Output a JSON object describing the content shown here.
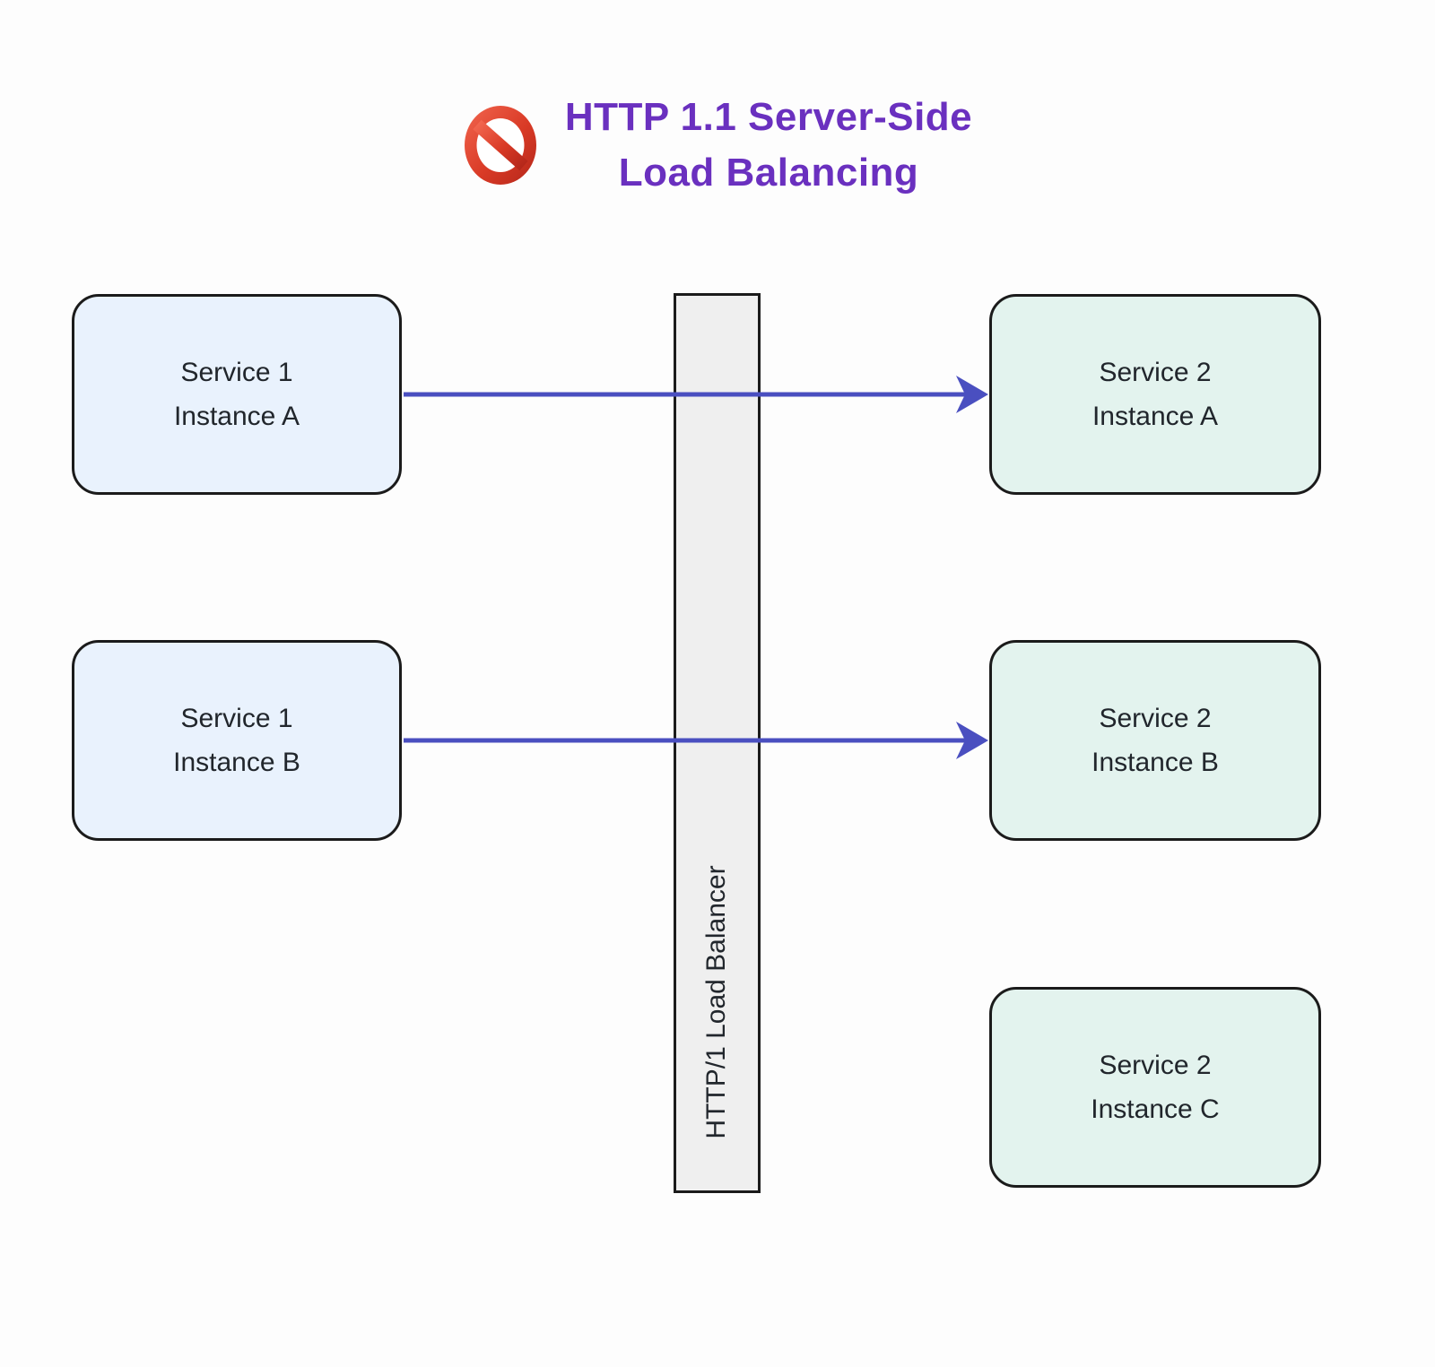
{
  "title": {
    "line1": "HTTP 1.1 Server-Side",
    "line2": "Load Balancing",
    "icon": "no-entry-icon"
  },
  "nodes": {
    "left": [
      {
        "id": "service1-instance-a",
        "line1": "Service 1",
        "line2": "Instance A"
      },
      {
        "id": "service1-instance-b",
        "line1": "Service 1",
        "line2": "Instance B"
      }
    ],
    "right": [
      {
        "id": "service2-instance-a",
        "line1": "Service 2",
        "line2": "Instance A"
      },
      {
        "id": "service2-instance-b",
        "line1": "Service 2",
        "line2": "Instance B"
      },
      {
        "id": "service2-instance-c",
        "line1": "Service 2",
        "line2": "Instance C"
      }
    ]
  },
  "load_balancer": {
    "label": "HTTP/1 Load Balancer"
  },
  "edges": [
    {
      "from": "service1-instance-a",
      "to": "service2-instance-a"
    },
    {
      "from": "service1-instance-b",
      "to": "service2-instance-b"
    }
  ],
  "colors": {
    "background": "#fdfdfd",
    "title_text": "#6a30bf",
    "left_node_fill": "#e9f2fd",
    "right_node_fill": "#e3f3ee",
    "node_border": "#1b1b1b",
    "node_text": "#21262c",
    "bar_fill": "#efefef",
    "edge": "#4a4fc0",
    "icon_red": "#d43d29"
  }
}
